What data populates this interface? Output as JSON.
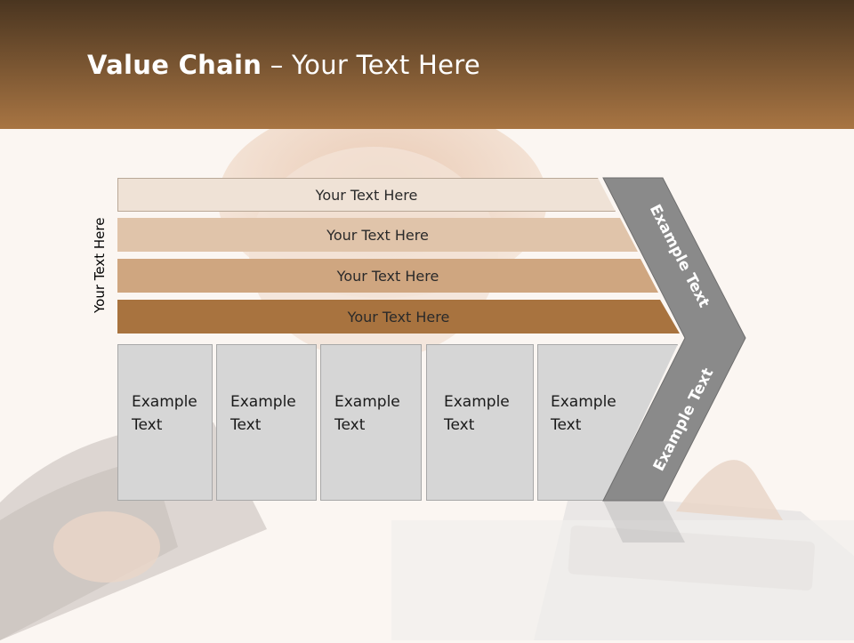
{
  "title": {
    "bold": "Value Chain",
    "rest": " – Your Text Here"
  },
  "side_label": "Your Text Here",
  "bars": [
    "Your Text Here",
    "Your Text Here",
    "Your Text Here",
    "Your Text Here"
  ],
  "boxes": [
    {
      "line1": "Example",
      "line2": "Text"
    },
    {
      "line1": "Example",
      "line2": "Text"
    },
    {
      "line1": "Example",
      "line2": "Text"
    },
    {
      "line1": "Example",
      "line2": "Text"
    },
    {
      "line1": "Example",
      "line2": "Text"
    }
  ],
  "chevron": {
    "upper": "Example Text",
    "lower": "Example Text"
  },
  "colors": {
    "header_top": "#4a3520",
    "header_bottom": "#a87543",
    "bar1": "#efe2d6",
    "bar2": "#e0c4aa",
    "bar3": "#cfa680",
    "bar4": "#a8733f",
    "box": "#d6d6d6",
    "chevron": "#8a8a8a"
  }
}
